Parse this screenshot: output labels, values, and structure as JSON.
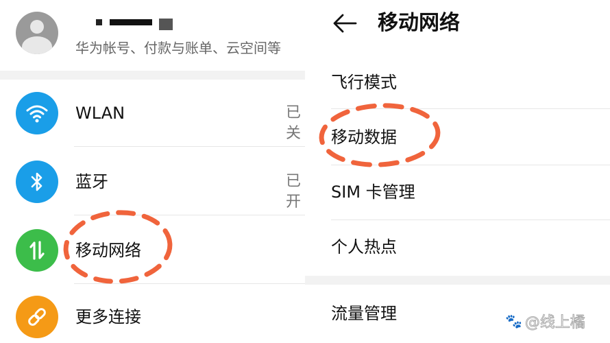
{
  "left": {
    "account": {
      "name_redacted": "▪ ▬▬▬",
      "subtitle": "华为帐号、付款与账单、云空间等"
    },
    "items": [
      {
        "label": "WLAN",
        "status": "已关",
        "icon": "wifi-icon",
        "color": "#1a9ee8"
      },
      {
        "label": "蓝牙",
        "status": "已开",
        "icon": "bluetooth-icon",
        "color": "#1a9ee8"
      },
      {
        "label": "移动网络",
        "icon": "mobile-data-icon",
        "color": "#3cbd4a"
      },
      {
        "label": "更多连接",
        "icon": "link-icon",
        "color": "#f59a16"
      }
    ]
  },
  "right": {
    "title": "移动网络",
    "items": [
      {
        "label": "飞行模式"
      },
      {
        "label": "移动数据"
      },
      {
        "label": "SIM 卡管理"
      },
      {
        "label": "个人热点"
      },
      {
        "label": "流量管理"
      }
    ]
  },
  "annotation_color": "#f0643c",
  "watermark": "@线上橘"
}
